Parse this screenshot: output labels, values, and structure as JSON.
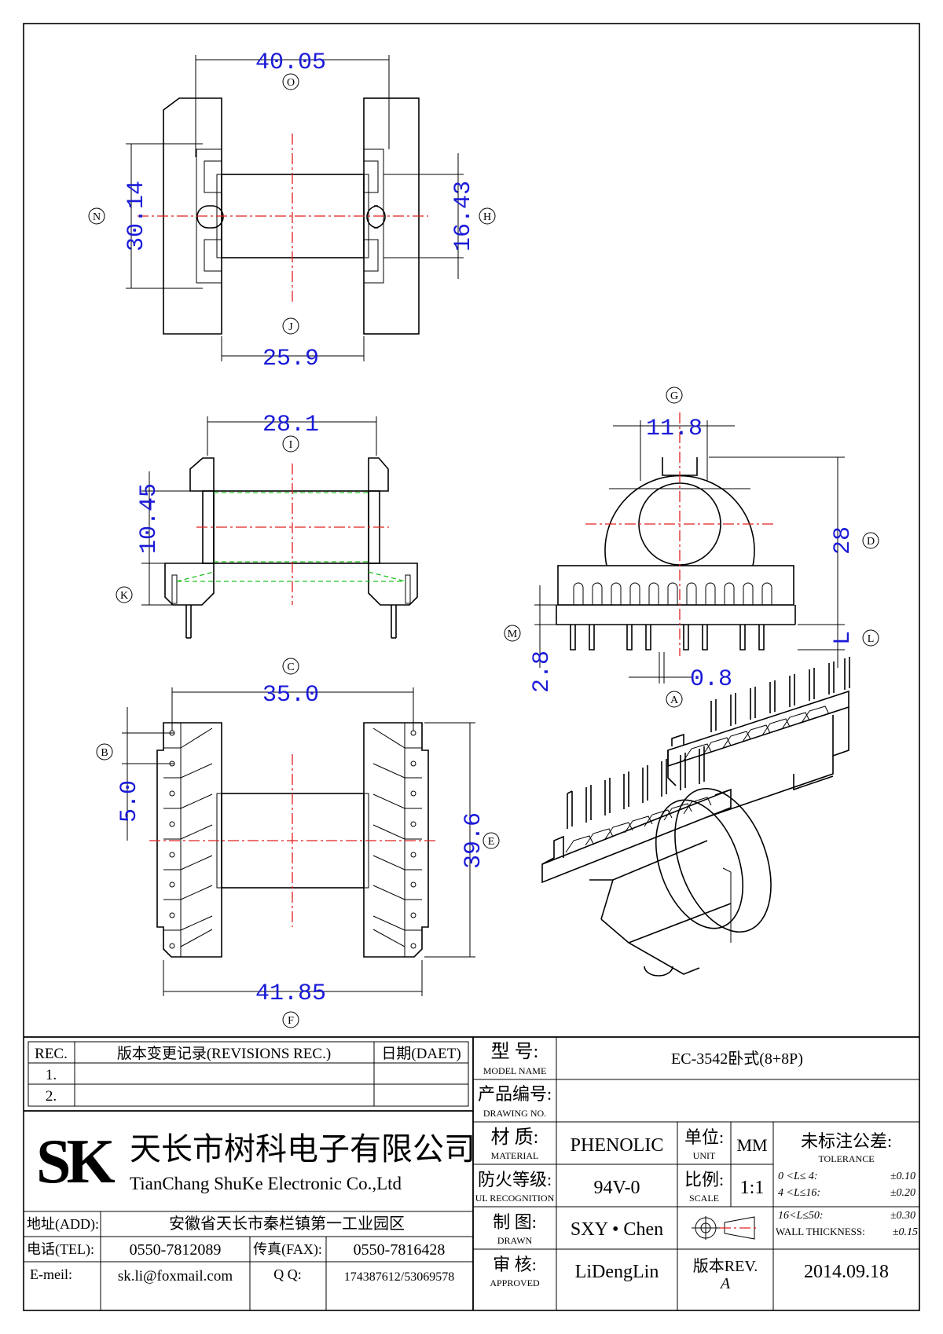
{
  "dims": {
    "d_40_05": "40.05",
    "d_30_14": "30.14",
    "d_16_43": "16.43",
    "d_25_9": "25.9",
    "d_28_1": "28.1",
    "d_10_45": "10.45",
    "d_11_8": "11.8",
    "d_28": "28",
    "d_L": "L",
    "d_2_8": "2.8",
    "d_0_8": "0.8",
    "d_35_0": "35.0",
    "d_5_0": "5.0",
    "d_39_6": "39.6",
    "d_41_85": "41.85"
  },
  "callouts": {
    "O": "O",
    "N": "N",
    "H": "H",
    "J": "J",
    "I": "I",
    "K": "K",
    "G": "G",
    "D": "D",
    "L": "L",
    "M": "M",
    "A": "A",
    "C": "C",
    "B": "B",
    "E": "E",
    "F": "F"
  },
  "revisions": {
    "rec_header": "REC.",
    "rev_header": "版本变更记录(REVISIONS REC.)",
    "date_header": "日期(DAET)",
    "rows": [
      "1.",
      "2."
    ]
  },
  "company": {
    "logo": "SK",
    "name_cn": "天长市树科电子有限公司",
    "name_en": "TianChang ShuKe Electronic Co.,Ltd",
    "addr_label": "地址(ADD):",
    "addr_value": "安徽省天长市秦栏镇第一工业园区",
    "tel_label": "电话(TEL):",
    "tel_value": "0550-7812089",
    "fax_label": "传真(FAX):",
    "fax_value": "0550-7816428",
    "email_label": "E-meil:",
    "email_value": "sk.li@foxmail.com",
    "qq_label": "Q Q:",
    "qq_value": "174387612/53069578"
  },
  "title_block": {
    "model_label_cn": "型 号:",
    "model_label_en": "MODEL NAME",
    "model_value": "EC-3542卧式(8+8P)",
    "drawing_label_cn": "产品编号:",
    "drawing_label_en": "DRAWING NO.",
    "material_label_cn": "材 质:",
    "material_label_en": "MATERIAL",
    "material_value": "PHENOLIC",
    "unit_label_cn": "单位:",
    "unit_label_en": "UNIT",
    "unit_value": "MM",
    "ul_label_cn": "防火等级:",
    "ul_label_en": "UL RECOGNITION",
    "ul_value": "94V-0",
    "scale_label_cn": "比例:",
    "scale_label_en": "SCALE",
    "scale_value": "1:1",
    "drawn_label_cn": "制 图:",
    "drawn_label_en": "DRAWN",
    "drawn_value": "SXY • Chen",
    "approved_label_cn": "审 核:",
    "approved_label_en": "APPROVED",
    "approved_value": "LiDengLin",
    "rev_label": "版本REV.",
    "rev_value": "A",
    "date_value": "2014.09.18",
    "tol_title": "未标注公差:",
    "tol_en": "TOLERANCE",
    "tol_rows": [
      {
        "range": "0 <L≤ 4:",
        "value": "±0.10"
      },
      {
        "range": "4 <L≤16:",
        "value": "±0.20"
      },
      {
        "range": "16<L≤50:",
        "value": "±0.30"
      }
    ],
    "wall_label": "WALL THICKNESS:",
    "wall_value": "±0.15"
  }
}
